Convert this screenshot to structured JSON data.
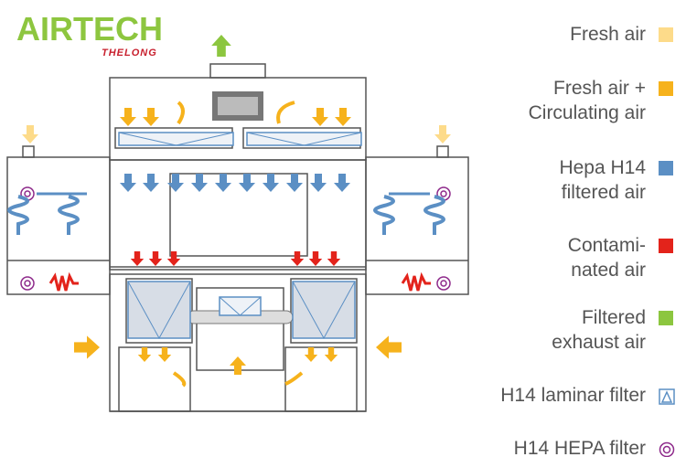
{
  "logo": {
    "brand": "AIRTECH",
    "sub": "THELONG"
  },
  "legend": [
    {
      "lines": [
        "Fresh air"
      ],
      "color": "#FDDB8A"
    },
    {
      "lines": [
        "Fresh air +",
        "Circulating air"
      ],
      "color": "#F6B21C"
    },
    {
      "lines": [
        "Hepa H14",
        "filtered air"
      ],
      "color": "#5B8FC4"
    },
    {
      "lines": [
        "Contami-",
        "nated air"
      ],
      "color": "#E3231B"
    },
    {
      "lines": [
        "Filtered",
        "exhaust air"
      ],
      "color": "#8CC63F"
    },
    {
      "lines": [
        "H14 laminar filter"
      ],
      "icon": "laminar-filter-icon",
      "color": "#5B8FC4"
    },
    {
      "lines": [
        "H14 HEPA filter"
      ],
      "icon": "hepa-filter-icon",
      "color": "#8E2A8B"
    }
  ]
}
